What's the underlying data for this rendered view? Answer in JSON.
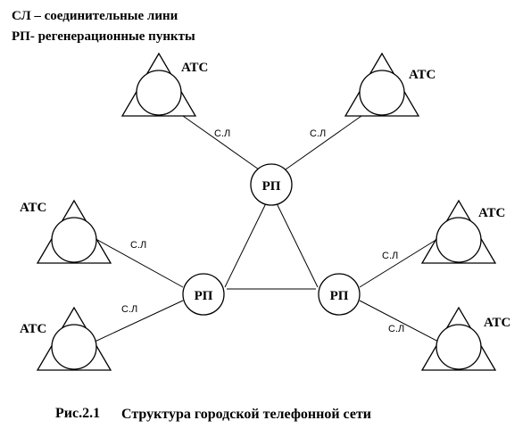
{
  "legend": {
    "line1": "СЛ – соединительные лини",
    "line2": "РП- регенерационные пункты"
  },
  "node_label_atc": "АТС",
  "node_label_rp": "РП",
  "edge_label": "С.Л",
  "caption": {
    "figure": "Рис.2.1",
    "title": "Структура городской телефонной сети"
  }
}
